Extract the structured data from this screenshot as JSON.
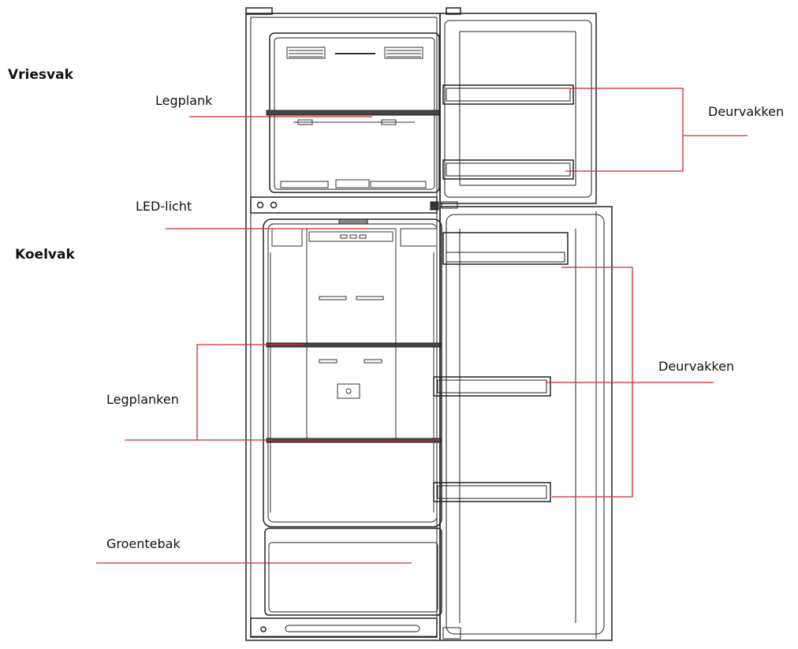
{
  "sections": {
    "freezer": "Vriesvak",
    "fridge": "Koelvak"
  },
  "callouts": {
    "freezer_shelf": "Legplank",
    "freezer_door_shelves": "Deurvakken",
    "led_light": "LED-licht",
    "fridge_shelves": "Legplanken",
    "fridge_door_shelves": "Deurvakken",
    "crisper": "Groentebak"
  },
  "colors": {
    "line": "#222222",
    "leader": "#cc2a2a",
    "shelf": "#444444"
  }
}
